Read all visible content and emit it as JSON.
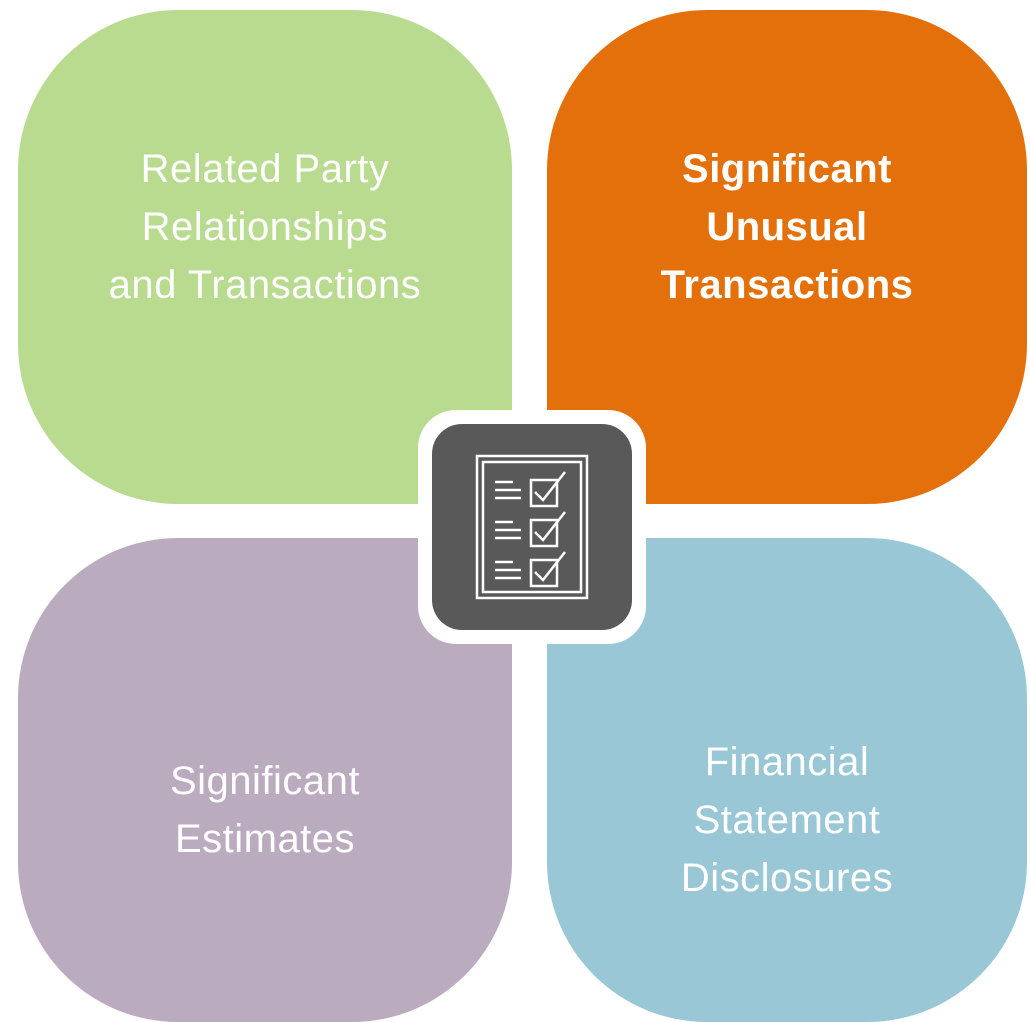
{
  "diagram": {
    "quadrants": [
      {
        "id": "related-party",
        "label": "Related Party\nRelationships\nand Transactions",
        "color": "#b8db8f",
        "bold": false
      },
      {
        "id": "unusual-transactions",
        "label": "Significant\nUnusual\nTransactions",
        "color": "#e3700a",
        "bold": true
      },
      {
        "id": "significant-estimates",
        "label": "Significant\nEstimates",
        "color": "#bbabbf",
        "bold": false
      },
      {
        "id": "disclosures",
        "label": "Financial\nStatement\nDisclosures",
        "color": "#99c7d6",
        "bold": false
      }
    ],
    "center": {
      "icon": "checklist-icon",
      "color": "#595959"
    }
  }
}
